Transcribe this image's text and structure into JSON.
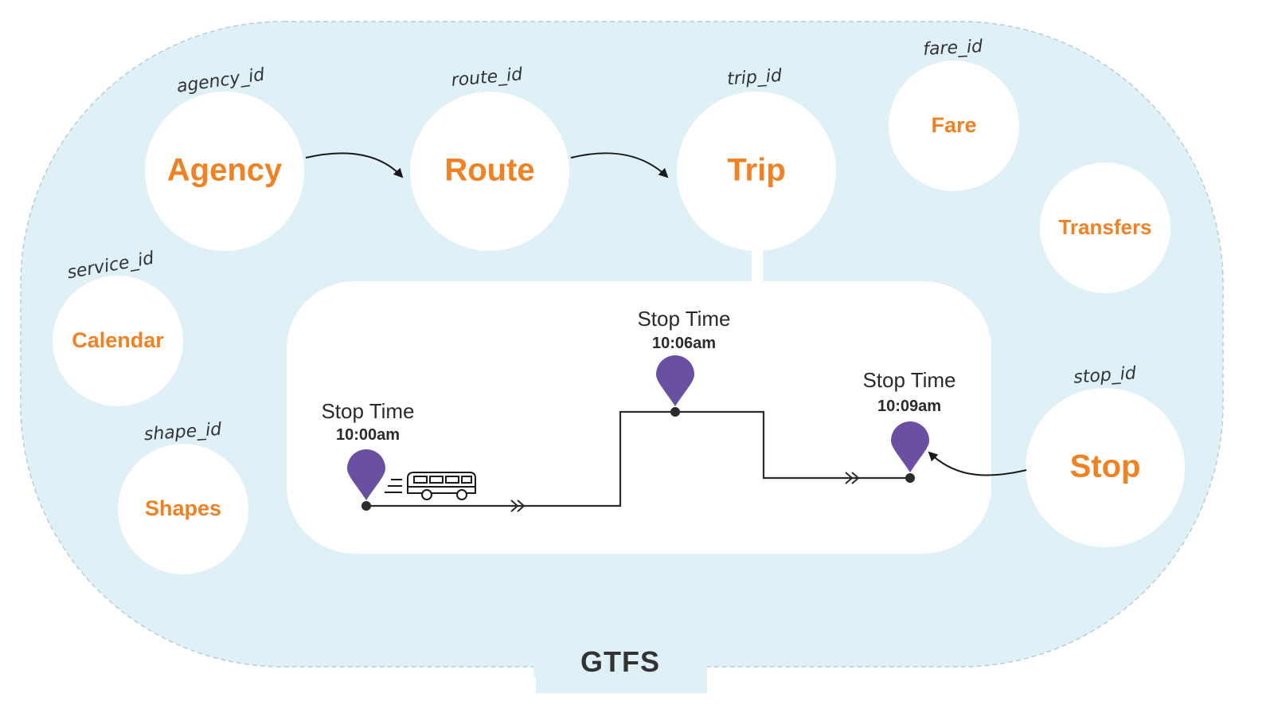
{
  "diagram": {
    "footer_title": "GTFS",
    "colors": {
      "background": "#dff0f7",
      "circle": "#ffffff",
      "entity_text": "#f08223",
      "pin": "#6a4fa3",
      "line": "#2b2b2b"
    },
    "entities": {
      "agency": {
        "label": "Agency",
        "key": "agency_id"
      },
      "route": {
        "label": "Route",
        "key": "route_id"
      },
      "trip": {
        "label": "Trip",
        "key": "trip_id"
      },
      "fare": {
        "label": "Fare",
        "key": "fare_id"
      },
      "transfers": {
        "label": "Transfers"
      },
      "calendar": {
        "label": "Calendar",
        "key": "service_id"
      },
      "shapes": {
        "label": "Shapes",
        "key": "shape_id"
      },
      "stop": {
        "label": "Stop",
        "key": "stop_id"
      }
    },
    "stop_times": [
      {
        "label": "Stop Time",
        "time": "10:00am"
      },
      {
        "label": "Stop Time",
        "time": "10:06am"
      },
      {
        "label": "Stop Time",
        "time": "10:09am"
      }
    ],
    "icons": {
      "pin": "map-pin-icon",
      "vehicle": "bus-icon"
    }
  }
}
